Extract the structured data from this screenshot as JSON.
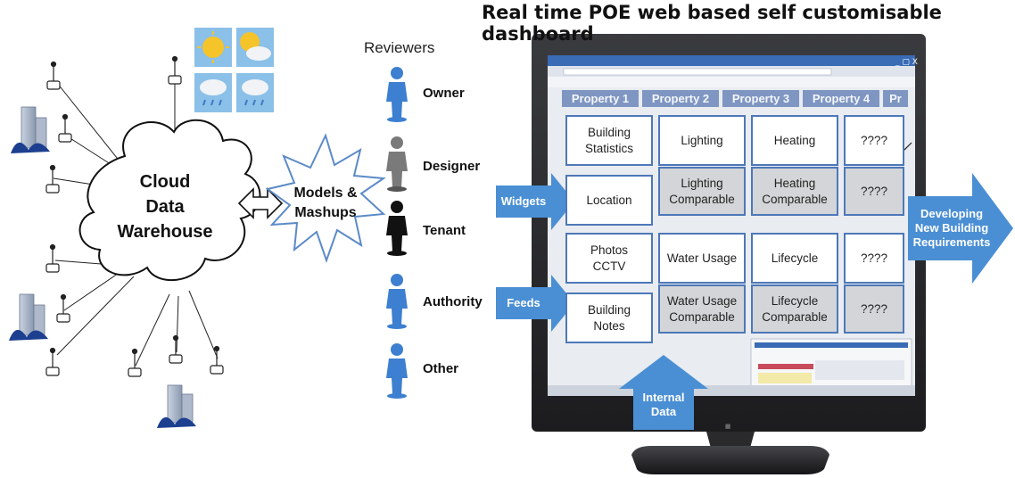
{
  "title": "Real time POE web based self customisable dashboard",
  "cloud_label": "Cloud Data Warehouse",
  "cloud_lines": [
    "Cloud",
    "Data",
    "Warehouse"
  ],
  "models_lines": [
    "Models &",
    "Mashups"
  ],
  "reviewers": {
    "heading": "Reviewers",
    "roles": [
      {
        "label": "Owner",
        "color": "#3d7fd0"
      },
      {
        "label": "Designer",
        "color": "#7a7a7a"
      },
      {
        "label": "Tenant",
        "color": "#111111"
      },
      {
        "label": "Authority",
        "color": "#3d7fd0"
      },
      {
        "label": "Other",
        "color": "#3d7fd0"
      }
    ]
  },
  "dashboard": {
    "tabs": [
      "Property 1",
      "Property 2",
      "Property 3",
      "Property 4",
      "Pr"
    ],
    "tiles": [
      {
        "id": "building-statistics",
        "lines": [
          "Building",
          "Statistics"
        ],
        "grey": false
      },
      {
        "id": "lighting",
        "lines": [
          "Lighting"
        ],
        "grey": false
      },
      {
        "id": "heating",
        "lines": [
          "Heating"
        ],
        "grey": false
      },
      {
        "id": "unknown-1",
        "lines": [
          "????"
        ],
        "grey": false
      },
      {
        "id": "location",
        "lines": [
          "Location"
        ],
        "grey": false
      },
      {
        "id": "lighting-comparable",
        "lines": [
          "Lighting",
          "Comparable"
        ],
        "grey": true
      },
      {
        "id": "heating-comparable",
        "lines": [
          "Heating",
          "Comparable"
        ],
        "grey": true
      },
      {
        "id": "unknown-2",
        "lines": [
          "????"
        ],
        "grey": true
      },
      {
        "id": "photos-cctv",
        "lines": [
          "Photos",
          "CCTV"
        ],
        "grey": false
      },
      {
        "id": "water-usage",
        "lines": [
          "Water Usage"
        ],
        "grey": false
      },
      {
        "id": "lifecycle",
        "lines": [
          "Lifecycle"
        ],
        "grey": false
      },
      {
        "id": "unknown-3",
        "lines": [
          "????"
        ],
        "grey": false
      },
      {
        "id": "building-notes",
        "lines": [
          "Building",
          "Notes"
        ],
        "grey": false
      },
      {
        "id": "water-usage-comparable",
        "lines": [
          "Water Usage",
          "Comparable"
        ],
        "grey": true
      },
      {
        "id": "lifecycle-comparable",
        "lines": [
          "Lifecycle",
          "Comparable"
        ],
        "grey": true
      },
      {
        "id": "unknown-4",
        "lines": [
          "????"
        ],
        "grey": true
      }
    ]
  },
  "arrows": {
    "widgets": "Widgets",
    "feeds": "Feeds",
    "internal_data": [
      "Internal",
      "Data"
    ],
    "developing": [
      "Developing",
      "New Building",
      "Requirements"
    ]
  },
  "colors": {
    "arrow_blue": "#4a8fd4",
    "tile_border": "#4d78b8",
    "tab_blue": "#7f96c2",
    "monitor_bezel": "#2b2c2f",
    "building_blue": "#1d3f8f"
  },
  "weather_icons": [
    "sun-icon",
    "sun-cloud-icon",
    "cloud-rain-icon",
    "cloud-rain-icon"
  ]
}
